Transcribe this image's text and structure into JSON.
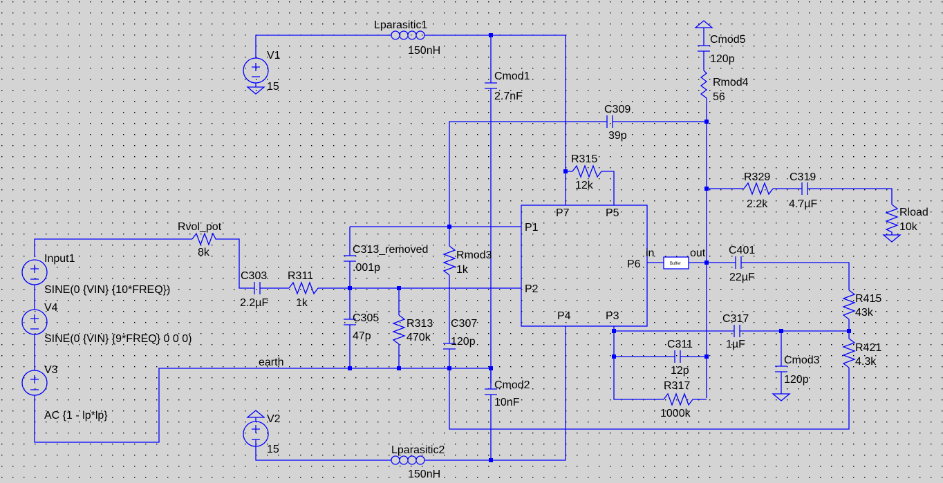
{
  "components": {
    "lparasitic1": {
      "name": "Lparasitic1",
      "value": "150nH"
    },
    "lparasitic2": {
      "name": "Lparasitic2",
      "value": "150nH"
    },
    "v1": {
      "name": "V1",
      "value": "15"
    },
    "v2": {
      "name": "V2",
      "value": "15"
    },
    "cmod1": {
      "name": "Cmod1",
      "value": "2.7nF"
    },
    "cmod2": {
      "name": "Cmod2",
      "value": "10nF"
    },
    "cmod3": {
      "name": "Cmod3",
      "value": "120p"
    },
    "cmod5": {
      "name": "Cmod5",
      "value": "120p"
    },
    "rmod4": {
      "name": "Rmod4",
      "value": "56"
    },
    "rmod3": {
      "name": "Rmod3",
      "value": "1k"
    },
    "c309": {
      "name": "C309",
      "value": "39p"
    },
    "r315": {
      "name": "R315",
      "value": "12k"
    },
    "r329": {
      "name": "R329",
      "value": "2.2k"
    },
    "c319": {
      "name": "C319",
      "value": "4.7µF"
    },
    "rload": {
      "name": "Rload",
      "value": "10k"
    },
    "rvol_pot": {
      "name": "Rvol_pot",
      "value": "8k"
    },
    "input1": {
      "name": "Input1",
      "value": "SINE(0 {VIN} {10*FREQ})"
    },
    "v4": {
      "name": "V4",
      "value": "SINE(0 {VIN} {9*FREQ} 0 0 0)"
    },
    "v3": {
      "name": "V3",
      "value": "AC {1 - lp*lp}"
    },
    "c303": {
      "name": "C303",
      "value": "2.2µF"
    },
    "r311": {
      "name": "R311",
      "value": "1k"
    },
    "c313": {
      "name": "C313_removed",
      "value": ".001p"
    },
    "c305": {
      "name": "C305",
      "value": "47p"
    },
    "r313": {
      "name": "R313",
      "value": "470k"
    },
    "c307": {
      "name": "C307",
      "value": "120p"
    },
    "c401": {
      "name": "C401",
      "value": "22µF"
    },
    "r415": {
      "name": "R415",
      "value": "43k"
    },
    "r421": {
      "name": "R421",
      "value": "4.3k"
    },
    "c317": {
      "name": "C317",
      "value": "1µF"
    },
    "c311": {
      "name": "C311",
      "value": "12p"
    },
    "r317": {
      "name": "R317",
      "value": "1000k"
    }
  },
  "amplifier": {
    "pins": [
      "P1",
      "P2",
      "P3",
      "P4",
      "P5",
      "P6",
      "P7"
    ]
  },
  "buffer": {
    "label": "Buffer",
    "in_label": "in",
    "out_label": "out"
  },
  "nets": {
    "earth": "earth"
  },
  "colors": {
    "background": "#d4d4d4",
    "wire": "#0000ff",
    "text": "#000000",
    "grid": "#000000"
  }
}
